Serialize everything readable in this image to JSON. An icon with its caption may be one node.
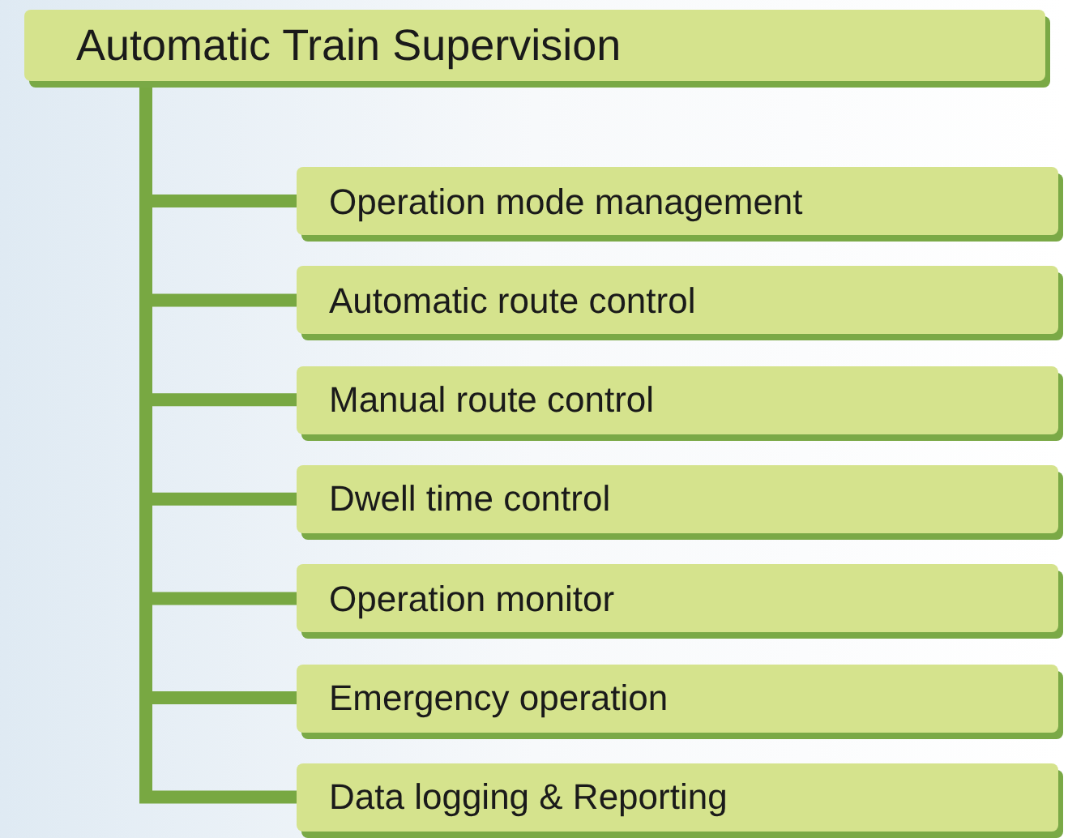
{
  "diagram": {
    "nodes": [
      {
        "text": [
          "Automatic Train Supervision"
        ]
      },
      {
        "text": [
          "Operation mode management"
        ]
      },
      {
        "text": [
          "Automatic route control"
        ]
      },
      {
        "text": [
          "Manual route control"
        ]
      },
      {
        "text": [
          "Dwell time control"
        ]
      },
      {
        "text": [
          "Operation monitor"
        ]
      },
      {
        "text": [
          "Emergency operation"
        ]
      },
      {
        "text": [
          "Data logging & Reporting"
        ]
      }
    ],
    "edges": [
      {
        "from": 0,
        "to": 1,
        "arrow": "none"
      },
      {
        "from": 0,
        "to": 2,
        "arrow": "none"
      },
      {
        "from": 0,
        "to": 3,
        "arrow": "none"
      },
      {
        "from": 0,
        "to": 4,
        "arrow": "none"
      },
      {
        "from": 0,
        "to": 5,
        "arrow": "none"
      },
      {
        "from": 0,
        "to": 6,
        "arrow": "none"
      },
      {
        "from": 0,
        "to": 7,
        "arrow": "none"
      }
    ]
  }
}
